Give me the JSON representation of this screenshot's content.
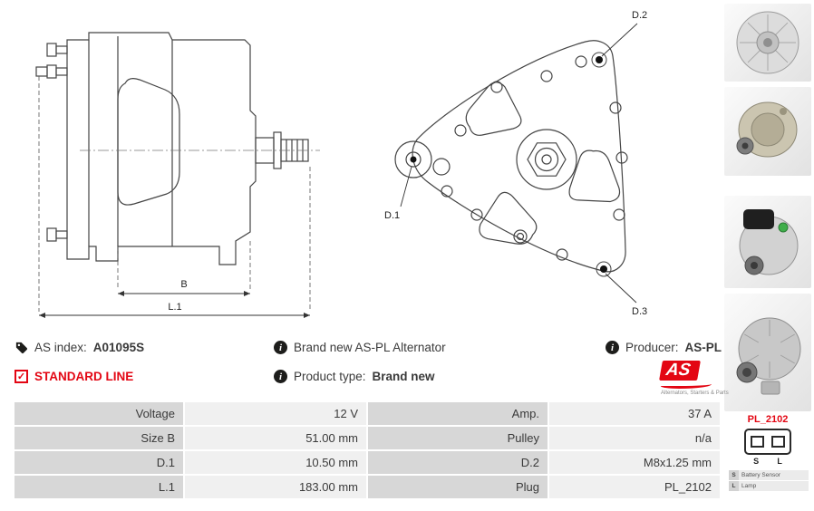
{
  "info": {
    "as_index_label": "AS index:",
    "as_index_value": "A01095S",
    "brand_line": "Brand new AS-PL Alternator",
    "producer_label": "Producer:",
    "producer_value": "AS-PL",
    "standard_line_label": "STANDARD LINE",
    "product_type_label": "Product type:",
    "product_type_value": "Brand new",
    "logo_text": "AS",
    "logo_tagline": "Alternators, Starters & Parts"
  },
  "icons": {
    "info_glyph": "i",
    "check_glyph": "✓"
  },
  "drawings": {
    "side_view": {
      "dim_b": "B",
      "dim_l1": "L.1"
    },
    "front_view": {
      "dim_d1": "D.1",
      "dim_d2": "D.2",
      "dim_d3": "D.3"
    }
  },
  "plug": {
    "name": "PL_2102",
    "pins": [
      "S",
      "L"
    ],
    "legend": [
      {
        "pin": "S",
        "label": "Battery Sensor"
      },
      {
        "pin": "L",
        "label": "Lamp"
      }
    ]
  },
  "colors": {
    "accent_red": "#e30613",
    "table_label_bg": "#d7d7d7",
    "table_value_bg": "#f0f0f0"
  },
  "table": {
    "rows": [
      {
        "label1": "Voltage",
        "value1": "12 V",
        "label2": "Amp.",
        "value2": "37 A"
      },
      {
        "label1": "Size B",
        "value1": "51.00 mm",
        "label2": "Pulley",
        "value2": "n/a"
      },
      {
        "label1": "D.1",
        "value1": "10.50 mm",
        "label2": "D.2",
        "value2": "M8x1.25 mm"
      },
      {
        "label1": "L.1",
        "value1": "183.00 mm",
        "label2": "Plug",
        "value2": "PL_2102"
      }
    ]
  }
}
